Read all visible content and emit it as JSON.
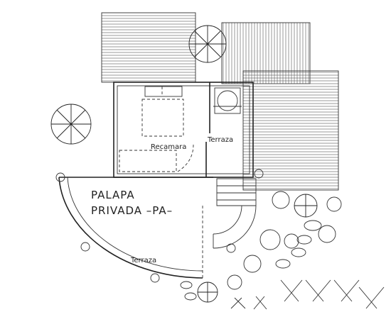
{
  "labels": {
    "bedroom": "Recamara",
    "terrace_small": "Terraza",
    "palapa_line1": "PALAPA",
    "palapa_line2": "PRIVADA  –PA–",
    "terrace_big": "Terraza"
  }
}
